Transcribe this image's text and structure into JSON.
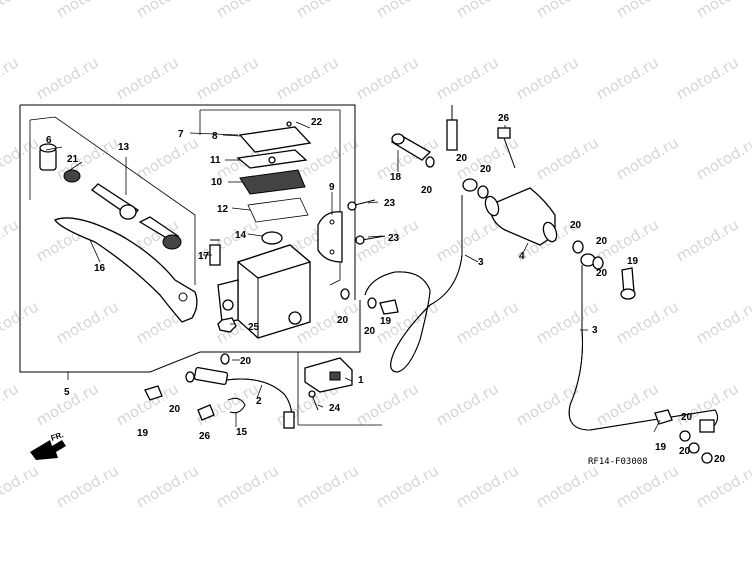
{
  "watermark": "motod.ru",
  "diagram_code": "RF14-F03008",
  "direction_label": "FR.",
  "callouts": {
    "c1": "1",
    "c2": "2",
    "c3a": "3",
    "c3b": "3",
    "c4": "4",
    "c5": "5",
    "c6": "6",
    "c7": "7",
    "c8": "8",
    "c9": "9",
    "c10": "10",
    "c11": "11",
    "c12": "12",
    "c13": "13",
    "c14": "14",
    "c15": "15",
    "c16": "16",
    "c17": "17",
    "c18": "18",
    "c19a": "19",
    "c19b": "19",
    "c19c": "19",
    "c19d": "19",
    "c20a": "20",
    "c20b": "20",
    "c20c": "20",
    "c20d": "20",
    "c20e": "20",
    "c20f": "20",
    "c20g": "20",
    "c20h": "20",
    "c20i": "20",
    "c20j": "20",
    "c20k": "20",
    "c20l": "20",
    "c20m": "20",
    "c21": "21",
    "c22": "22",
    "c23a": "23",
    "c23b": "23",
    "c24": "24",
    "c25": "25",
    "c26a": "26",
    "c26b": "26"
  }
}
